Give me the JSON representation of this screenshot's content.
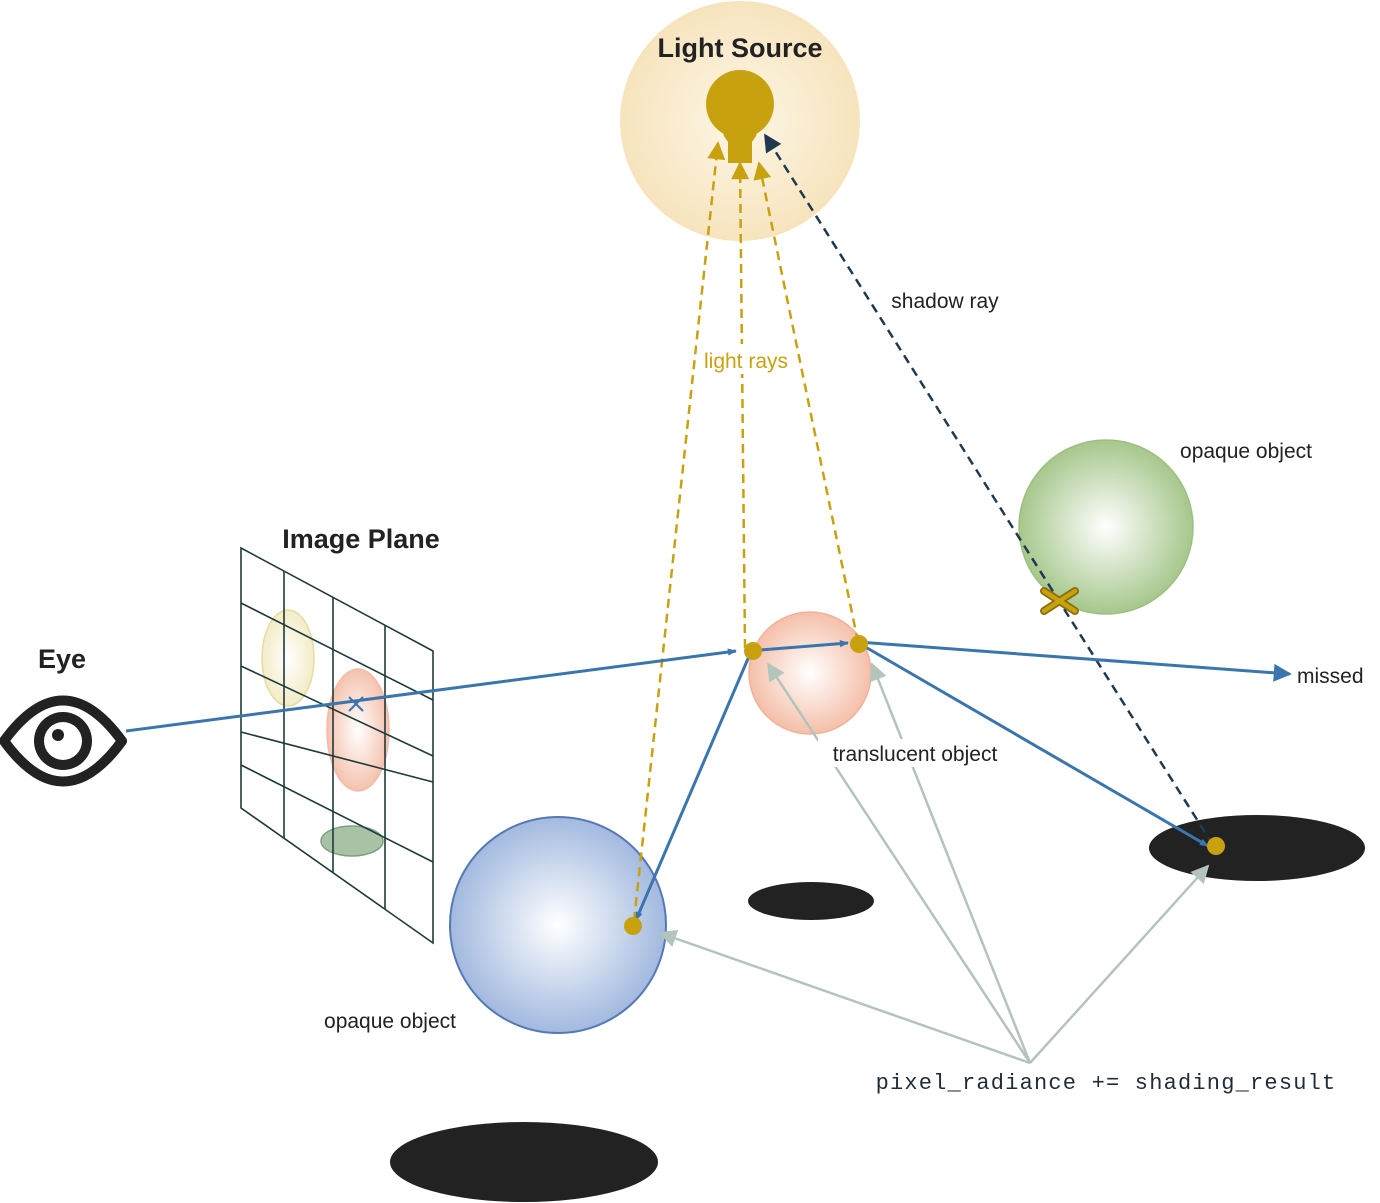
{
  "labels": {
    "light_source": "Light Source",
    "light_rays": "light rays",
    "shadow_ray": "shadow ray",
    "image_plane": "Image Plane",
    "eye": "Eye",
    "opaque_object_green": "opaque object",
    "opaque_object_blue": "opaque object",
    "translucent_object": "translucent object",
    "missed": "missed",
    "formula": "pixel_radiance += shading_result"
  },
  "colors": {
    "primary_ray": "#3a75ad",
    "light_ray": "#c8a10e",
    "shadow_ray": "#1f3a4f",
    "shading_arrow": "#b3c4bc",
    "light_glow": "#f8e6c2",
    "bulb": "#c8a10e",
    "translucent": "#f5c0ac",
    "opaque_blue": "#a4bbe0",
    "opaque_green": "#a8c98e",
    "shadow": "#222222",
    "grid": "#1f3a3a"
  },
  "icons": [
    "eye-icon",
    "light-bulb-icon",
    "blocked-x-icon",
    "pixel-x-icon"
  ]
}
